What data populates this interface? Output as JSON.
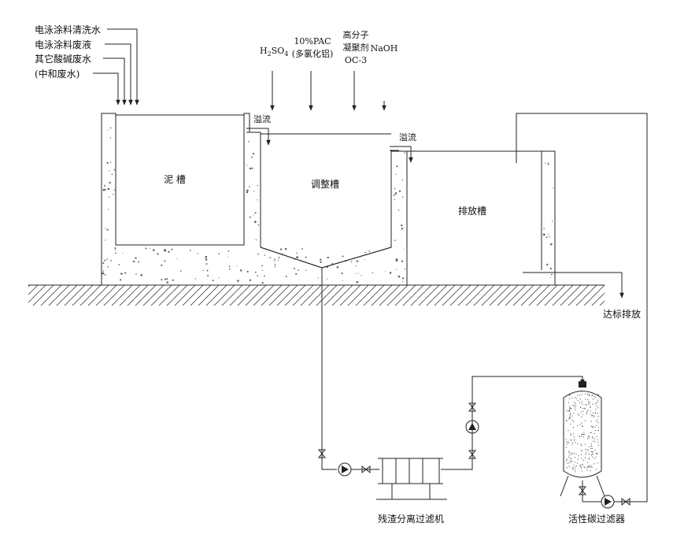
{
  "inputs": {
    "rinse_water": "电泳涂料清洗水",
    "waste_liquid": "电泳涂料废液",
    "acid_alkali": "其它酸碱废水",
    "neutralized": "(中和废水)"
  },
  "chemicals": {
    "h2so4_main": "H",
    "h2so4_sub1": "2",
    "h2so4_mid": "SO",
    "h2so4_sub2": "4",
    "pac_line1": "10%PAC",
    "pac_line2": "(多氯化铝)",
    "polymer_line1": "高分子",
    "polymer_line2": "凝聚剂",
    "polymer_line3": "OC-3",
    "naoh": "NaOH"
  },
  "tanks": {
    "sludge": "泥 槽",
    "adjust": "调整槽",
    "discharge": "排放槽"
  },
  "overflow": {
    "first": "溢流",
    "second": "溢流"
  },
  "outputs": {
    "standard_discharge": "达标排放"
  },
  "equipment": {
    "filter_press": "残渣分离过滤机",
    "carbon_filter": "活性碳过滤器"
  },
  "colors": {
    "line": "#222222",
    "ground_hatch": "#444444",
    "concrete_dot": "#666666"
  }
}
